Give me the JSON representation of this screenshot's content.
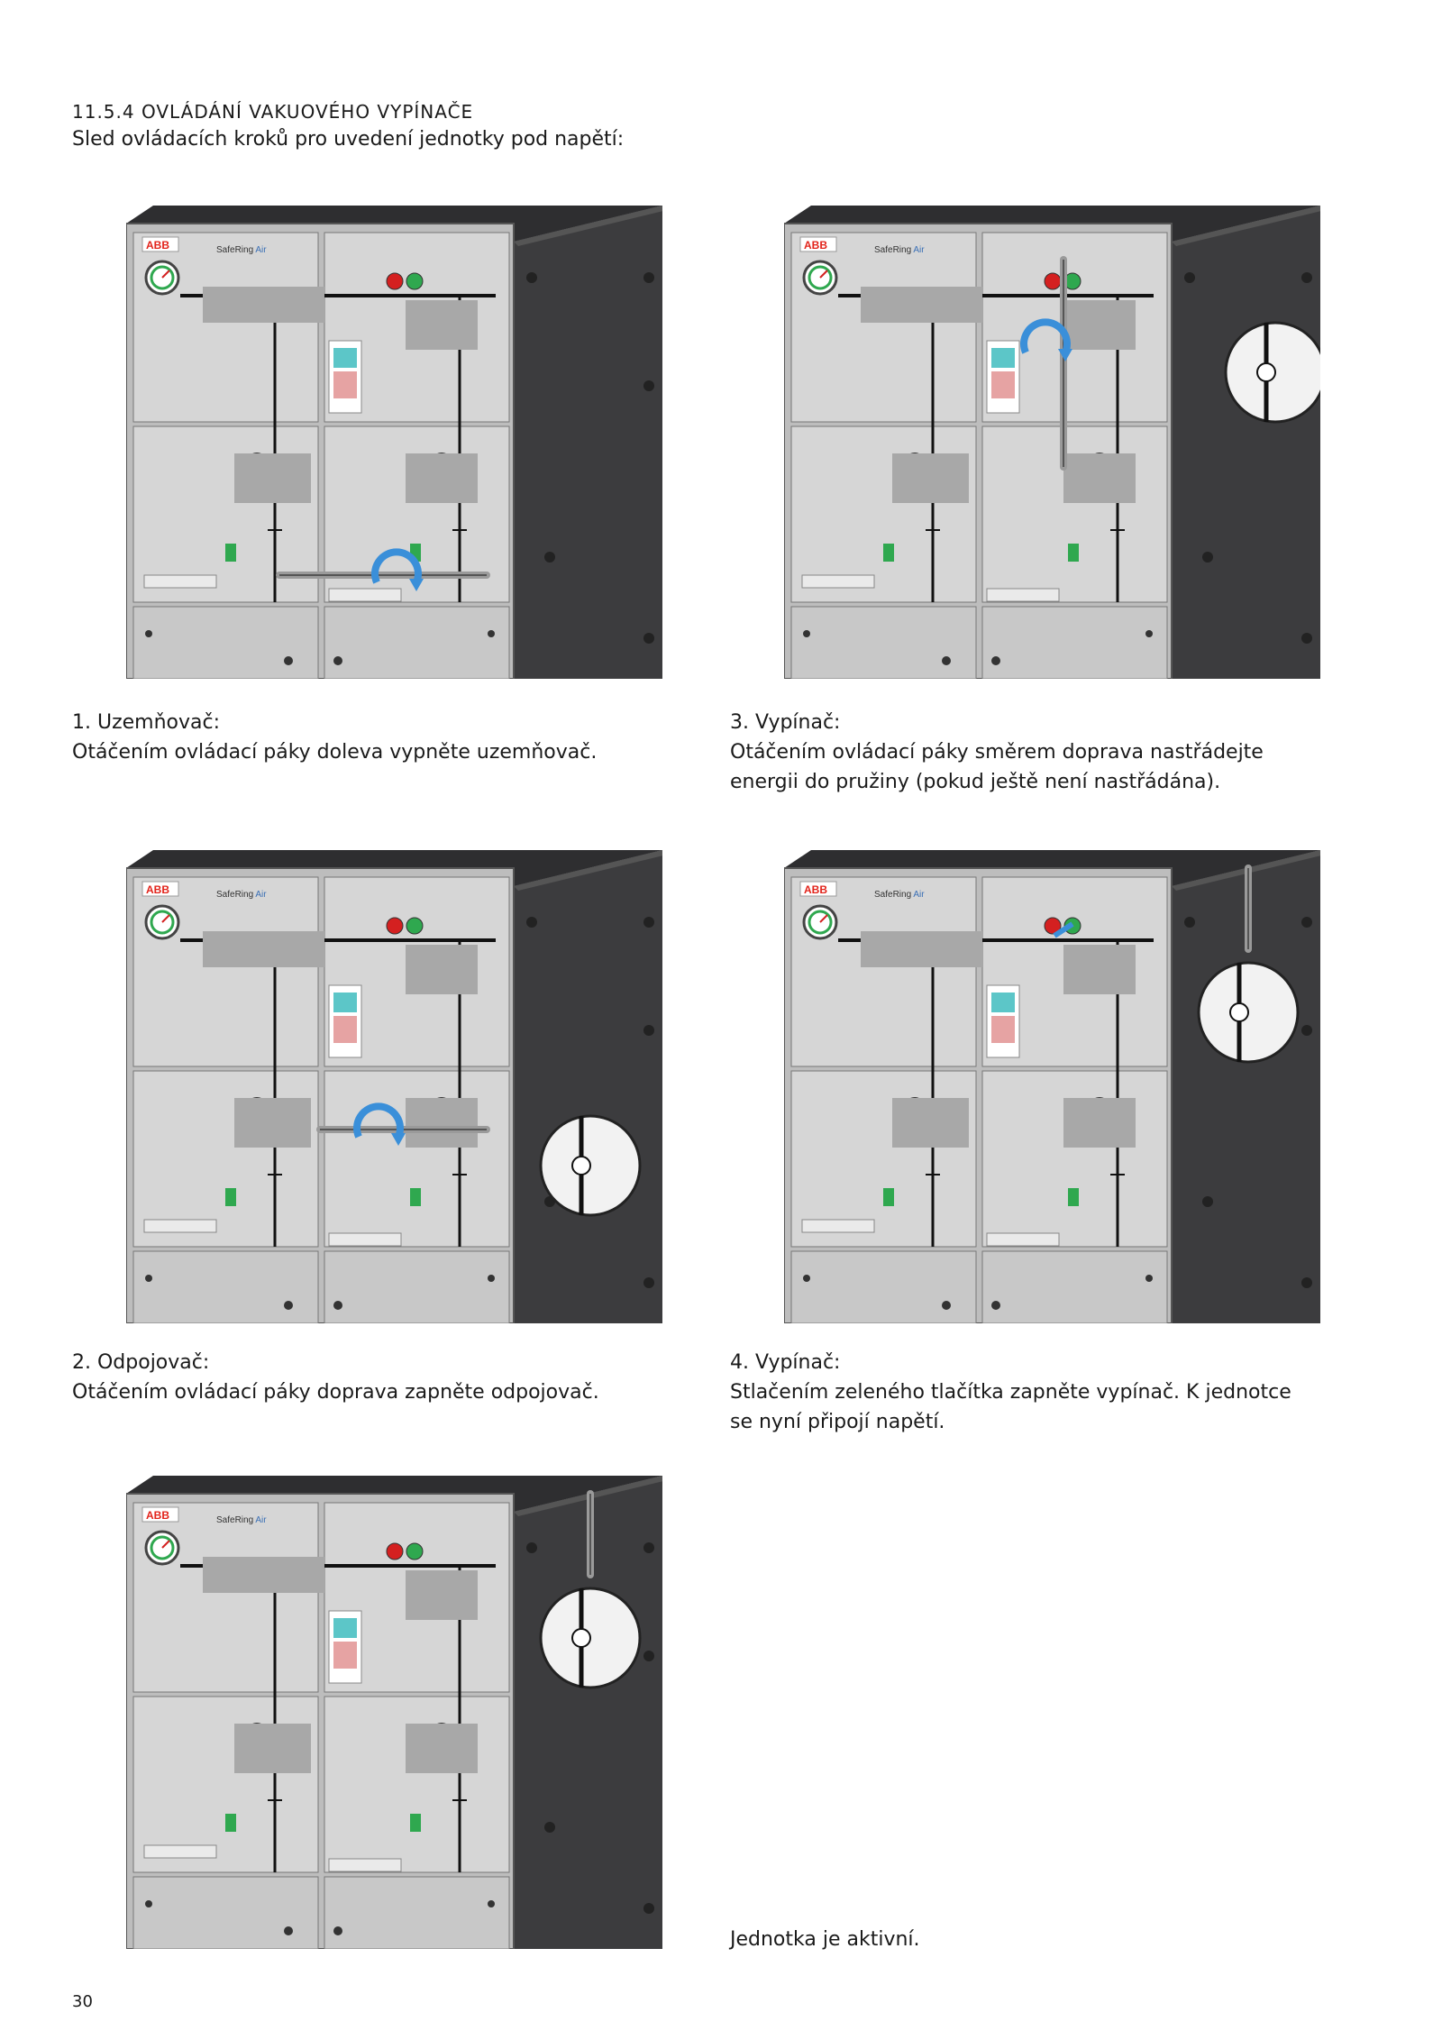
{
  "section": {
    "heading": "11.5.4 OVLÁDÁNÍ VAKUOVÉHO VYPÍNAČE",
    "intro": "Sled ovládacích kroků pro uvedení jednotky pod napětí:"
  },
  "panel": {
    "brand": "ABB",
    "product": "SafeRing",
    "product_suffix": "Air"
  },
  "steps": [
    {
      "title": "1. Uzemňovač:",
      "lines": [
        "Otáčením ovládací páky doleva vypněte uzemňovač."
      ]
    },
    {
      "title": "3. Vypínač:",
      "lines": [
        "Otáčením ovládací páky směrem doprava nastřádejte",
        "energii do pružiny (pokud ještě není nastřádána)."
      ]
    },
    {
      "title": "2. Odpojovač:",
      "lines": [
        "Otáčením ovládací páky doprava zapněte odpojovač."
      ]
    },
    {
      "title": "4. Vypínač:",
      "lines": [
        "Stlačením zeleného tlačítka zapněte vypínač. K jednotce",
        "se nyní připojí napětí."
      ]
    }
  ],
  "final": {
    "text": "Jednotka je aktivní."
  },
  "page_number": "30",
  "colors": {
    "abb_red": "#e2231a",
    "arrow_blue": "#3a8fd9",
    "button_green": "#2fa84f",
    "button_red": "#d42020",
    "housing_dark": "#3c3c3e",
    "panel_grey": "#cfcfcf"
  }
}
